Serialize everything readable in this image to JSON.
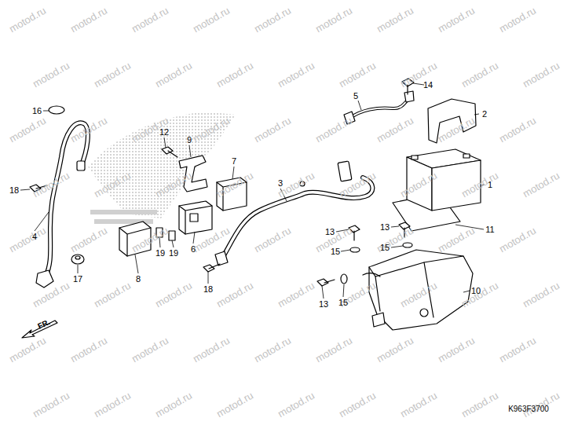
{
  "diagram": {
    "labels": [
      "14",
      "5",
      "16",
      "2",
      "12",
      "9",
      "7",
      "3",
      "1",
      "18",
      "13",
      "13",
      "11",
      "4",
      "6",
      "19",
      "19",
      "15",
      "15",
      "8",
      "17",
      "18",
      "10",
      "15",
      "13",
      "FR.",
      "K963F3700",
      "motod.ru",
      "motod.ru",
      "motod.ru",
      "motod.ru",
      "motod.ru",
      "motod.ru",
      "motod.ru",
      "motod.ru",
      "motod.ru",
      "motod.ru",
      "motod.ru",
      "motod.ru",
      "motod.ru",
      "motod.ru",
      "motod.ru",
      "motod.ru",
      "motod.ru",
      "motod.ru",
      "motod.ru",
      "motod.ru",
      "motod.ru",
      "motod.ru",
      "motod.ru",
      "motod.ru",
      "motod.ru",
      "motod.ru",
      "motod.ru",
      "motod.ru",
      "motod.ru",
      "motod.ru",
      "motod.ru",
      "motod.ru",
      "motod.ru",
      "motod.ru",
      "motod.ru",
      "motod.ru",
      "motod.ru",
      "motod.ru",
      "motod.ru",
      "motod.ru",
      "motod.ru",
      "motod.ru",
      "motod.ru",
      "motod.ru",
      "motod.ru",
      "motod.ru",
      "motod.ru",
      "motod.ru",
      "motod.ru",
      "motod.ru",
      "motod.ru",
      "motod.ru",
      "motod.ru",
      "motod.ru",
      "motod.ru",
      "motod.ru",
      "motod.ru",
      "motod.ru",
      "motod.ru",
      "motod.ru",
      "motod.ru",
      "motod.ru",
      "motod.ru",
      "motod.ru",
      "motod.ru",
      "motod.ru",
      "motod.ru",
      "motod.ru",
      "motod.ru",
      "motod.ru",
      "motod.ru",
      "motod.ru"
    ]
  }
}
